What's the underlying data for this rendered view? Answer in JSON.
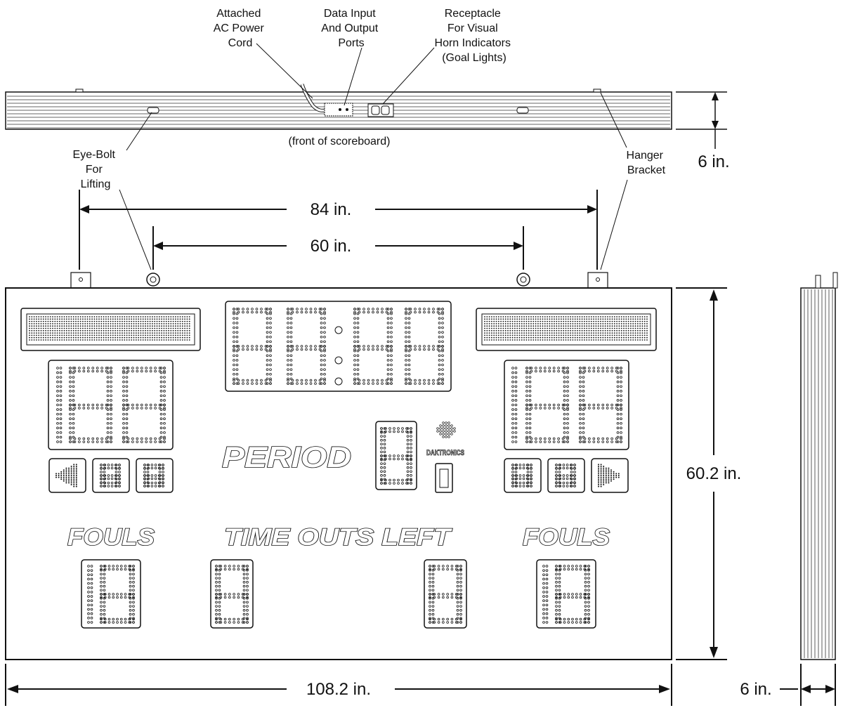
{
  "callouts": {
    "power_cord": [
      "Attached",
      "AC Power",
      "Cord"
    ],
    "data_ports": [
      "Data Input",
      "And Output",
      "Ports"
    ],
    "receptacle": [
      "Receptacle",
      "For Visual",
      "Horn Indicators",
      "(Goal Lights)"
    ],
    "front_label": "(front of scoreboard)",
    "eye_bolt": [
      "Eye-Bolt",
      "For",
      "Lifting"
    ],
    "hanger": [
      "Hanger",
      "Bracket"
    ]
  },
  "dimensions": {
    "top_depth": "6 in.",
    "bracket_span": "84 in.",
    "eyebolt_span": "60 in.",
    "height": "60.2 in.",
    "width": "108.2 in.",
    "side_depth": "6 in."
  },
  "board": {
    "period_label": "PERIOD",
    "fouls_left_label": "FOULS",
    "timeouts_label": "TIME OUTS LEFT",
    "fouls_right_label": "FOULS",
    "logo_text": "DAKTRONICS"
  }
}
